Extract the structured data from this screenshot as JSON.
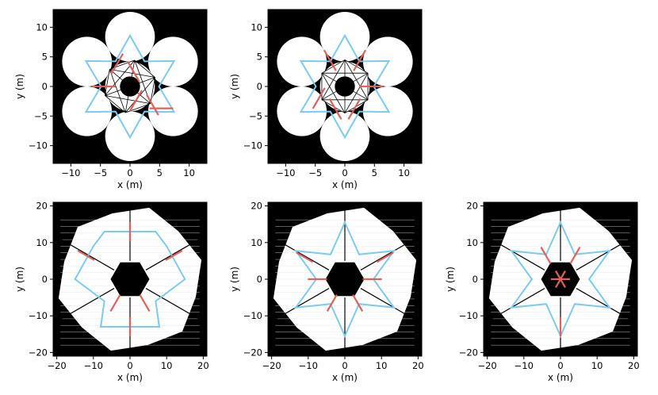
{
  "chart_data": [
    {
      "type": "scatter",
      "panel": "top-left",
      "xlabel": "x (m)",
      "ylabel": "y (m)",
      "xlim": [
        -13,
        13
      ],
      "ylim": [
        -13,
        13
      ],
      "xticks": [
        -10,
        -5,
        0,
        5,
        10
      ],
      "yticks": [
        -10,
        -5,
        0,
        5,
        10
      ],
      "xtick_labels": [
        "−10",
        "−5",
        "0",
        "5",
        "10"
      ],
      "ytick_labels": [
        "−10",
        "−5",
        "0",
        "5",
        "10"
      ],
      "pupil": "seven circular segments",
      "mirror_radius_m": 4.2,
      "star_rotation_deg": 90,
      "red_centers": [
        [
          -4.4,
          0
        ],
        [
          -2.2,
          3.8
        ],
        [
          0.6,
          2.5
        ],
        [
          1.0,
          -2.4
        ],
        [
          3.8,
          -3.1
        ],
        [
          5.3,
          -3.7
        ]
      ],
      "red_angles_deg": [
        0,
        60,
        120,
        60,
        120,
        0
      ]
    },
    {
      "type": "scatter",
      "panel": "top-middle",
      "xlabel": "x (m)",
      "ylabel": "y (m)",
      "xlim": [
        -13,
        13
      ],
      "ylim": [
        -13,
        13
      ],
      "xticks": [
        -10,
        -5,
        0,
        5,
        10
      ],
      "yticks": [
        -10,
        -5,
        0,
        5,
        10
      ],
      "xtick_labels": [
        "−10",
        "−5",
        "0",
        "5",
        "10"
      ],
      "ytick_labels": [
        "−10",
        "−5",
        "0",
        "5",
        "10"
      ],
      "pupil": "seven circular segments",
      "mirror_radius_m": 4.2,
      "star_rotation_deg": 90,
      "red_centers": [
        [
          -2.5,
          4.4
        ],
        [
          2.5,
          4.4
        ],
        [
          4.4,
          0
        ],
        [
          -4.4,
          -2.0
        ],
        [
          -1.6,
          -3.8
        ],
        [
          1.6,
          -3.8
        ]
      ],
      "red_angles_deg": [
        120,
        60,
        0,
        60,
        120,
        60
      ]
    },
    {
      "type": "scatter",
      "panel": "bottom-left",
      "xlabel": "x (m)",
      "ylabel": "y (m)",
      "xlim": [
        -21,
        21
      ],
      "ylim": [
        -21,
        21
      ],
      "xticks": [
        -20,
        -10,
        0,
        10,
        20
      ],
      "yticks": [
        -20,
        -10,
        0,
        10,
        20
      ],
      "xtick_labels": [
        "−20",
        "−10",
        "0",
        "10",
        "20"
      ],
      "ytick_labels": [
        "−20",
        "−10",
        "0",
        "10",
        "20"
      ],
      "pupil": "segmented ELT with hexagonal central obstruction",
      "red_centers": [
        [
          0,
          13
        ],
        [
          -12,
          6.5
        ],
        [
          12,
          6.5
        ],
        [
          -4,
          -6.5
        ],
        [
          4,
          -6.5
        ],
        [
          0,
          -13
        ]
      ],
      "red_angles_deg": [
        90,
        150,
        30,
        60,
        120,
        90
      ]
    },
    {
      "type": "scatter",
      "panel": "bottom-middle",
      "xlabel": "x (m)",
      "ylabel": "y (m)",
      "xlim": [
        -21,
        21
      ],
      "ylim": [
        -21,
        21
      ],
      "xticks": [
        -20,
        -10,
        0,
        10,
        20
      ],
      "yticks": [
        -20,
        -10,
        0,
        10,
        20
      ],
      "xtick_labels": [
        "−20",
        "−10",
        "0",
        "10",
        "20"
      ],
      "ytick_labels": [
        "−20",
        "−10",
        "0",
        "10",
        "20"
      ],
      "pupil": "segmented ELT with hexagonal central obstruction",
      "red_centers": [
        [
          -11,
          6
        ],
        [
          11,
          6
        ],
        [
          -7.5,
          0
        ],
        [
          7.5,
          0
        ],
        [
          -3.5,
          -6.5
        ],
        [
          3.5,
          -6.5
        ]
      ],
      "red_angles_deg": [
        150,
        30,
        0,
        0,
        60,
        120
      ]
    },
    {
      "type": "scatter",
      "panel": "bottom-right",
      "xlabel": "x (m)",
      "ylabel": "y (m)",
      "xlim": [
        -21,
        21
      ],
      "ylim": [
        -21,
        21
      ],
      "xticks": [
        -20,
        -10,
        0,
        10,
        20
      ],
      "yticks": [
        -20,
        -10,
        0,
        10,
        20
      ],
      "xtick_labels": [
        "−20",
        "−10",
        "0",
        "10",
        "20"
      ],
      "ytick_labels": [
        "−20",
        "−10",
        "0",
        "10",
        "20"
      ],
      "pupil": "segmented ELT with hexagonal central obstruction",
      "red_centers": [
        [
          -4,
          6.5
        ],
        [
          4,
          6.5
        ],
        [
          0,
          0
        ],
        [
          0,
          0
        ],
        [
          0,
          0
        ],
        [
          0,
          -13
        ]
      ],
      "red_angles_deg": [
        120,
        60,
        0,
        60,
        120,
        90
      ]
    }
  ],
  "colors": {
    "background": "#000000",
    "pupil": "#ffffff",
    "star": "#7ccbee",
    "baselines": "#e0605a",
    "spider": "#000000"
  }
}
